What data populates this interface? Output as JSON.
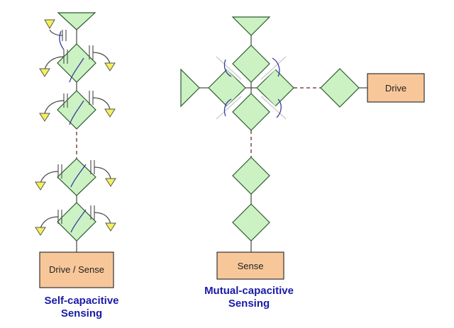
{
  "left_panel": {
    "box_label": "Drive / Sense",
    "caption_line1": "Self-capacitive",
    "caption_line2": "Sensing"
  },
  "right_panel": {
    "drive_label": "Drive",
    "sense_label": "Sense",
    "caption_line1": "Mutual-capacitive",
    "caption_line2": "Sensing"
  },
  "colors": {
    "electrode_fill": "#ccf2c4",
    "box_fill": "#f8c799",
    "ground_fill": "#f4f05a",
    "caption_text": "#1a1aa8",
    "field_arc": "#3a3aa0"
  }
}
